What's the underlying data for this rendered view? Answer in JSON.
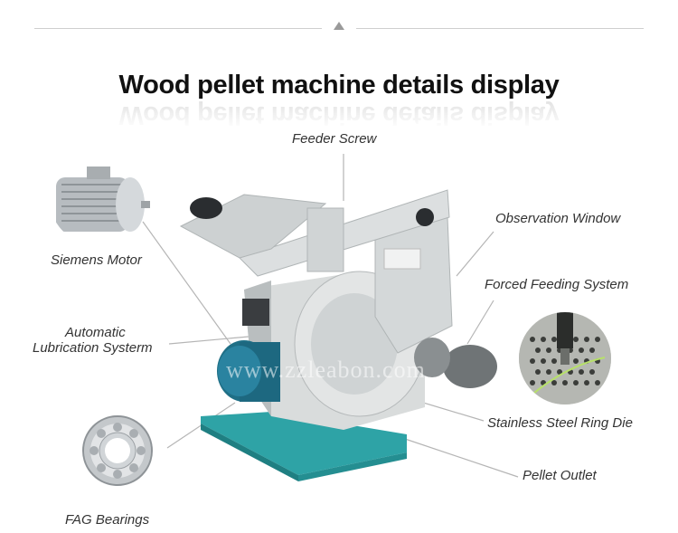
{
  "heading": {
    "title": "Wood pellet machine details display"
  },
  "labels": {
    "feeder_screw": "Feeder Screw",
    "observation_window": "Observation Window",
    "siemens_motor": "Siemens Motor",
    "forced_feeding_system": "Forced Feeding System",
    "automatic_lubrication_line1": "Automatic",
    "automatic_lubrication_line2": "Lubrication Systerm",
    "stainless_steel_ring_die": "Stainless Steel Ring Die",
    "pellet_outlet": "Pellet Outlet",
    "fag_bearings": "FAG Bearings"
  },
  "watermark": "www.zzleabon.com",
  "colors": {
    "machine_body": "#d9dcdc",
    "machine_shadow": "#a9aeb0",
    "base": "#2ea3a6",
    "motor": "#1f6f86",
    "leader_line": "#b5b5b5",
    "divider": "#cfcfcf"
  }
}
